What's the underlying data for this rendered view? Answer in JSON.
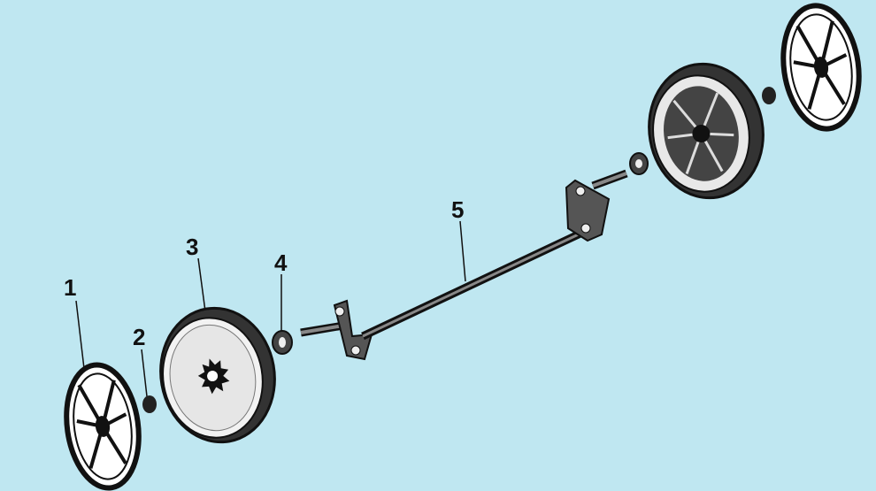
{
  "diagram": {
    "type": "exploded-parts-view",
    "background_color": "#bfe7f1",
    "callouts": [
      {
        "number": "1",
        "part": "hubcap"
      },
      {
        "number": "2",
        "part": "nut"
      },
      {
        "number": "3",
        "part": "wheel"
      },
      {
        "number": "4",
        "part": "washer"
      },
      {
        "number": "5",
        "part": "axle"
      }
    ]
  }
}
